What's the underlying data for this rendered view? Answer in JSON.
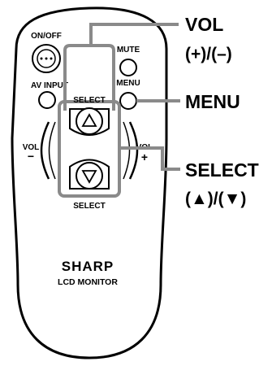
{
  "remote": {
    "buttons": {
      "power": "ON/OFF",
      "mute": "MUTE",
      "av_input": "AV INPUT",
      "menu": "MENU",
      "select_top": "SELECT",
      "select_bottom": "SELECT",
      "vol_minus_top": "VOL",
      "vol_minus_sign": "−",
      "vol_plus_top": "VOL",
      "vol_plus_sign": "+"
    },
    "brand": "SHARP",
    "model": "LCD MONITOR"
  },
  "callouts": {
    "vol_line1": "VOL",
    "vol_line2": "(+)/(–)",
    "menu": "MENU",
    "select_line1": "SELECT",
    "select_line2": "(▲)/(▼)"
  }
}
